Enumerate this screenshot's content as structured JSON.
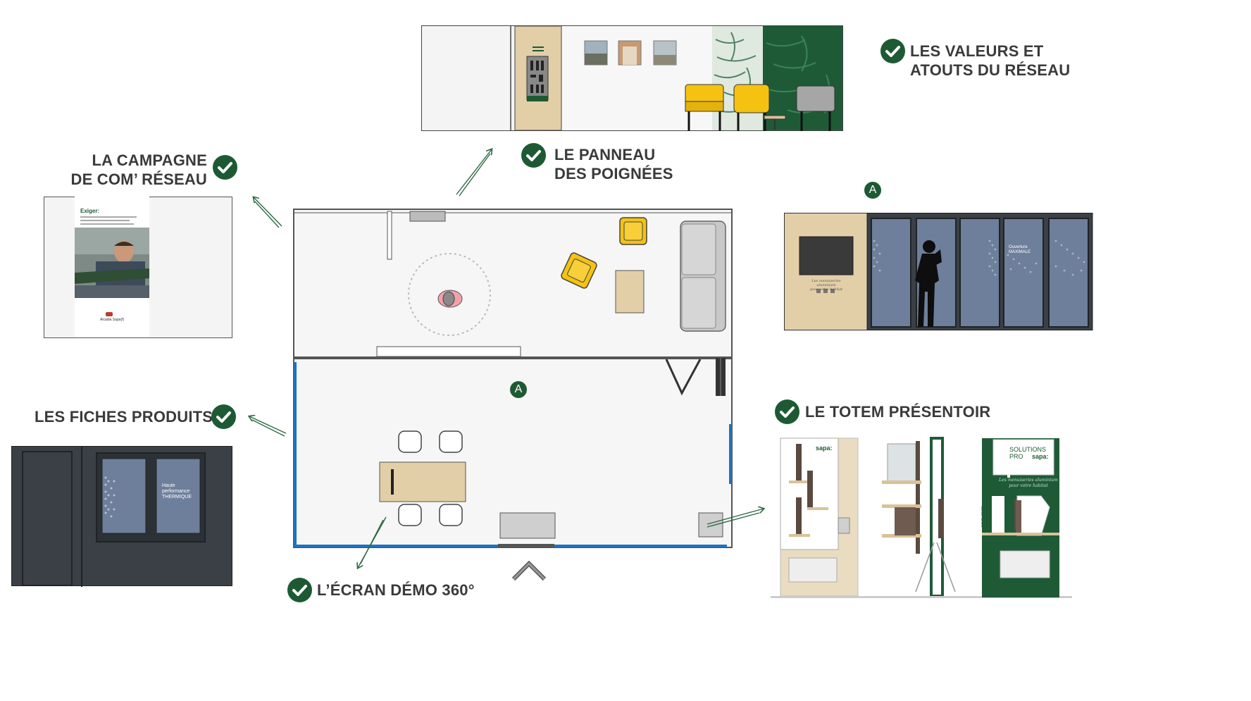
{
  "labels": {
    "valeurs_line1": "LES VALEURS ET",
    "valeurs_line2": "ATOUTS DU RÉSEAU",
    "panneau_line1": "LE PANNEAU",
    "panneau_line2": "DES POIGNÉES",
    "campagne_line1": "LA CAMPAGNE",
    "campagne_line2": "DE COM’ RÉSEAU",
    "fiches": "LES FICHES PRODUITS",
    "totem": "LE TOTEM PRÉSENTOIR",
    "ecran": "L’ÉCRAN DÉMO 360°"
  },
  "markers": {
    "elevation": "A",
    "plan": "A"
  },
  "campaign_doc": {
    "heading": "Exiger:",
    "footer": "Alcadia Sapa(f)"
  },
  "fiches_panel": {
    "line1": "Haute",
    "line2": "performance",
    "line3": "THERMIQUE"
  },
  "elevation_a": {
    "panel_text_line1": "Ouverture",
    "panel_text_line2": "MAXIMALE",
    "tv_caption_line1": "Les menuiseries aluminium",
    "tv_caption_line2": "pour votre habitat"
  },
  "totem": {
    "brand": "sapa:",
    "solutions_line1": "SOLUTIONS",
    "solutions_line2": "PRO",
    "side_tag": "INNOVATION",
    "script_line1": "Les menuiseries aluminium",
    "script_line2": "pour votre habitat"
  },
  "colors": {
    "brand_green": "#1d5a33",
    "label_text": "#3a3a3a",
    "wood": "#e2cfa8",
    "chair_yellow": "#f5c211",
    "glass_blue": "#6e7f9b",
    "dark_frame": "#3a4046",
    "wall_blue": "#1e73be"
  }
}
